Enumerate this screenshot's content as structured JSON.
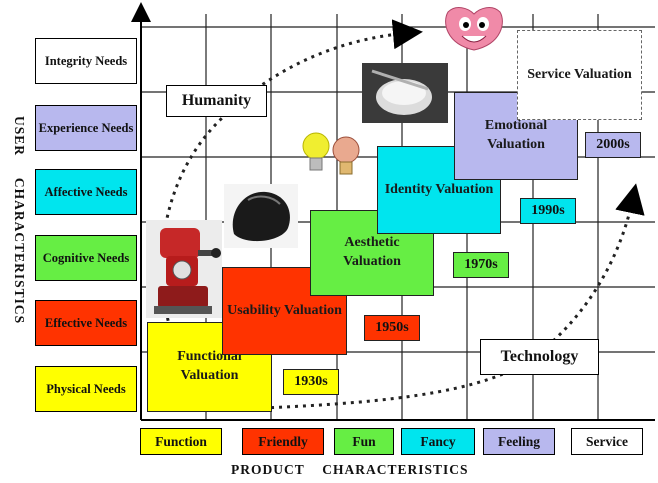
{
  "user_needs": [
    "Integrity Needs",
    "Experience Needs",
    "Affective Needs",
    "Cognitive Needs",
    "Effective Needs",
    "Physical Needs"
  ],
  "y_axis_words": [
    "USER",
    "CHARACTERISTICS"
  ],
  "x_axis_words": [
    "PRODUCT",
    "CHARACTERISTICS"
  ],
  "product_characteristics": [
    "Function",
    "Friendly",
    "Fun",
    "Fancy",
    "Feeling",
    "Service"
  ],
  "valuations": {
    "functional": "Functional Valuation",
    "usability": "Usability Valuation",
    "aesthetic": "Aesthetic Valuation",
    "identity": "Identity Valuation",
    "emotional": "Emotional Valuation",
    "service": "Service Valuation"
  },
  "eras": [
    "1930s",
    "1950s",
    "1970s",
    "1990s",
    "2000s"
  ],
  "trends": {
    "humanity": "Humanity",
    "technology": "Technology"
  },
  "colors": {
    "yellow": "#ffff00",
    "red": "#ff3300",
    "green": "#66ee44",
    "cyan": "#00e5ee",
    "lavender": "#b8b8ee",
    "white": "#ffffff"
  },
  "icons": [
    "coffee-grinder-icon",
    "mouse-icon",
    "light-bulbs-icon",
    "lemon-squeezer-icon",
    "smiley-face-icon"
  ]
}
